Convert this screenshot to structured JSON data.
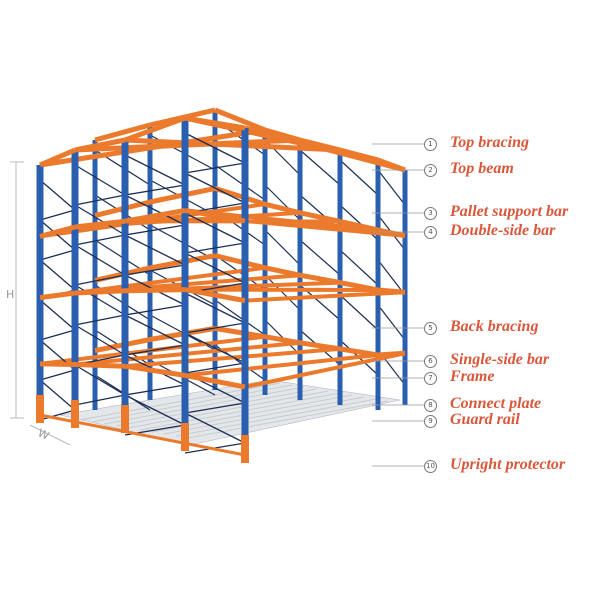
{
  "colors": {
    "upright": "#2a5fb0",
    "beam": "#ec7a2c",
    "label": "#d9573a",
    "bracing": "#1d2f55",
    "pallet": "#d8dcdf"
  },
  "dimensions": {
    "height_label": "H",
    "width_label": "W"
  },
  "parts": [
    {
      "number": "1",
      "label": "Top bracing"
    },
    {
      "number": "2",
      "label": "Top beam"
    },
    {
      "number": "3",
      "label": "Pallet support bar"
    },
    {
      "number": "4",
      "label": "Double-side bar"
    },
    {
      "number": "5",
      "label": "Back bracing"
    },
    {
      "number": "6",
      "label": "Single-side bar"
    },
    {
      "number": "7",
      "label": "Frame"
    },
    {
      "number": "8",
      "label": "Connect plate"
    },
    {
      "number": "9",
      "label": "Guard rail"
    },
    {
      "number": "10",
      "label": "Upright protector"
    }
  ]
}
